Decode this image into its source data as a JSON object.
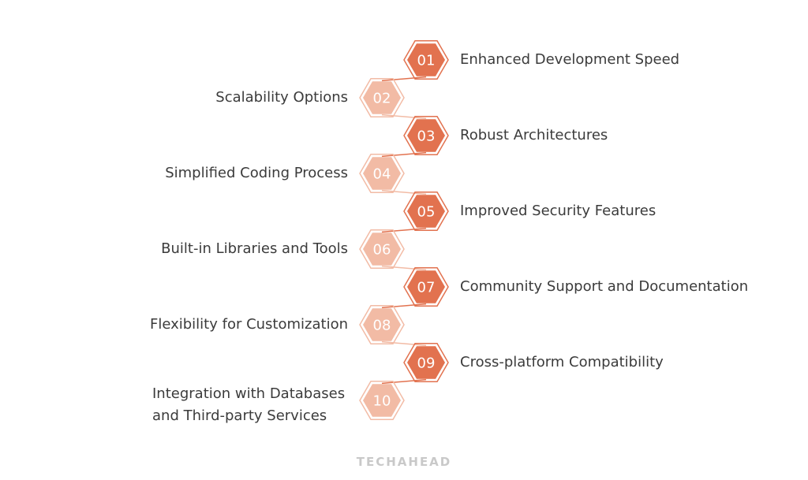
{
  "colors": {
    "dark_hex": "#e2724f",
    "dark_outline": "#e2724f",
    "light_hex": "#f2bba5",
    "light_outline": "#f2bba5",
    "text": "#3b3b3b",
    "logo": "#c9c9c9"
  },
  "items": [
    {
      "number": "01",
      "label": "Enhanced Development Speed",
      "side": "right",
      "style": "dark"
    },
    {
      "number": "02",
      "label": "Scalability Options",
      "side": "left",
      "style": "light"
    },
    {
      "number": "03",
      "label": "Robust Architectures",
      "side": "right",
      "style": "dark"
    },
    {
      "number": "04",
      "label": "Simplified Coding Process",
      "side": "left",
      "style": "light"
    },
    {
      "number": "05",
      "label": "Improved Security Features",
      "side": "right",
      "style": "dark"
    },
    {
      "number": "06",
      "label": "Built-in Libraries and Tools",
      "side": "left",
      "style": "light"
    },
    {
      "number": "07",
      "label": "Community Support and Documentation",
      "side": "right",
      "style": "dark"
    },
    {
      "number": "08",
      "label": "Flexibility for Customization",
      "side": "left",
      "style": "light"
    },
    {
      "number": "09",
      "label": "Cross-platform Compatibility",
      "side": "right",
      "style": "dark"
    },
    {
      "number": "10",
      "label": "Integration with Databases and Third-party Services",
      "side": "left",
      "style": "light"
    }
  ],
  "logo_text": "TECHAHEAD"
}
